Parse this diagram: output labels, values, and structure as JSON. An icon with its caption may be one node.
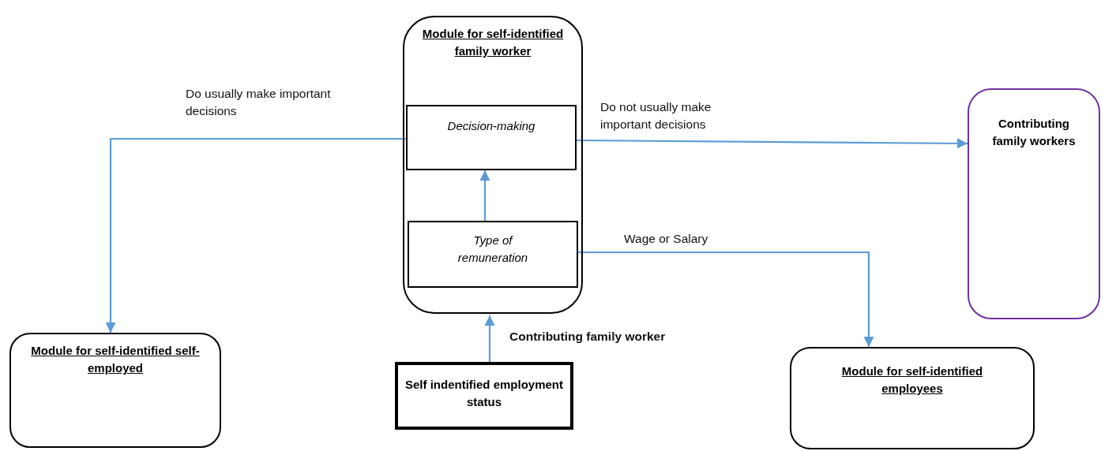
{
  "diagram": {
    "nodes": [
      {
        "text": [
          "Module for self-identified family worker"
        ]
      },
      {
        "text": [
          "Decision-making"
        ],
        "in": 0
      },
      {
        "text": [
          "Type of remuneration"
        ],
        "in": 0
      },
      {
        "text": [
          "Contributing family workers"
        ]
      },
      {
        "text": [
          "Module for self-identified self-employed"
        ]
      },
      {
        "text": [
          "Self indentified employment status"
        ]
      },
      {
        "text": [
          "Module for self-identified employees"
        ]
      }
    ],
    "edges": [
      {
        "from": 5,
        "to": 0,
        "arrow": "to",
        "label": "Contributing family worker"
      },
      {
        "from": 2,
        "to": 1,
        "arrow": "to"
      },
      {
        "from": 1,
        "to": 3,
        "arrow": "to",
        "label": "Do not usually make important decisions"
      },
      {
        "from": 1,
        "to": 4,
        "arrow": "to",
        "label": "Do usually make important decisions"
      },
      {
        "from": 2,
        "to": 6,
        "arrow": "to",
        "label": "Wage or Salary"
      }
    ]
  }
}
